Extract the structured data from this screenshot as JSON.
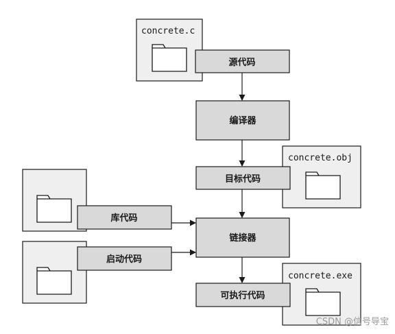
{
  "files": {
    "source": "concrete.c",
    "object": "concrete.obj",
    "executable": "concrete.exe"
  },
  "labels": {
    "source_code": "源代码",
    "compiler": "编译器",
    "object_code": "目标代码",
    "library_code": "库代码",
    "linker": "链接器",
    "startup_code": "启动代码",
    "executable_code": "可执行代码"
  },
  "icons": {
    "file": "folder-icon"
  },
  "watermark": "CSDN @信号导宝"
}
